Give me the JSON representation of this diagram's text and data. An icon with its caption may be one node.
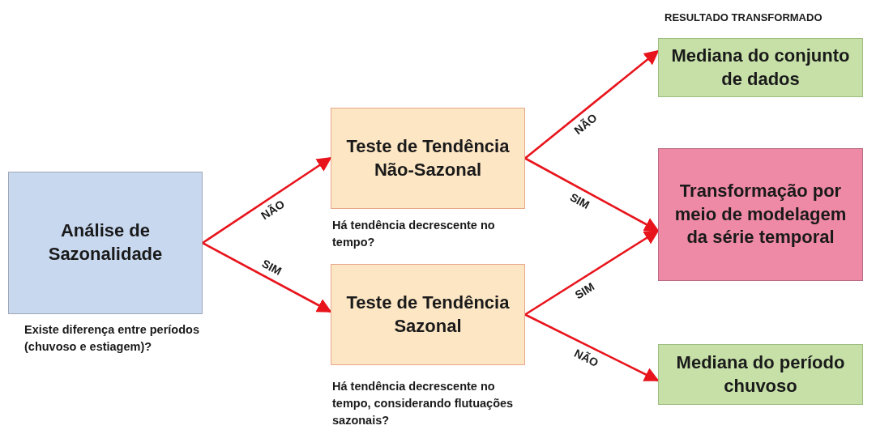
{
  "diagram": {
    "nodes": [
      {
        "text": [
          "Análise de Sazonalidade"
        ],
        "beside": [
          "Existe diferença entre períodos (chuvoso e estiagem)?"
        ]
      },
      {
        "text": [
          "Teste de Tendência Não-Sazonal"
        ],
        "beside": [
          "Há tendência decrescente no tempo?"
        ]
      },
      {
        "text": [
          "Teste de Tendência Sazonal"
        ],
        "beside": [
          "Há tendência decrescente no tempo, considerando flutuações sazonais?"
        ]
      },
      {
        "text": [
          "Mediana do conjunto de dados"
        ]
      },
      {
        "text": [
          "Transformação por meio de modelagem da série temporal"
        ]
      },
      {
        "text": [
          "Mediana do período chuvoso"
        ]
      }
    ],
    "edges": [
      {
        "from": 0,
        "to": 1,
        "arrow": "to",
        "label": "NÃO"
      },
      {
        "from": 0,
        "to": 2,
        "arrow": "to",
        "label": "SIM"
      },
      {
        "from": 1,
        "to": 3,
        "arrow": "to",
        "label": "NÃO"
      },
      {
        "from": 1,
        "to": 4,
        "arrow": "to",
        "label": "SIM"
      },
      {
        "from": 2,
        "to": 4,
        "arrow": "to",
        "label": "SIM"
      },
      {
        "from": 2,
        "to": 5,
        "arrow": "to",
        "label": "NÃO"
      }
    ],
    "labels": [
      "RESULTADO TRANSFORMADO"
    ]
  }
}
